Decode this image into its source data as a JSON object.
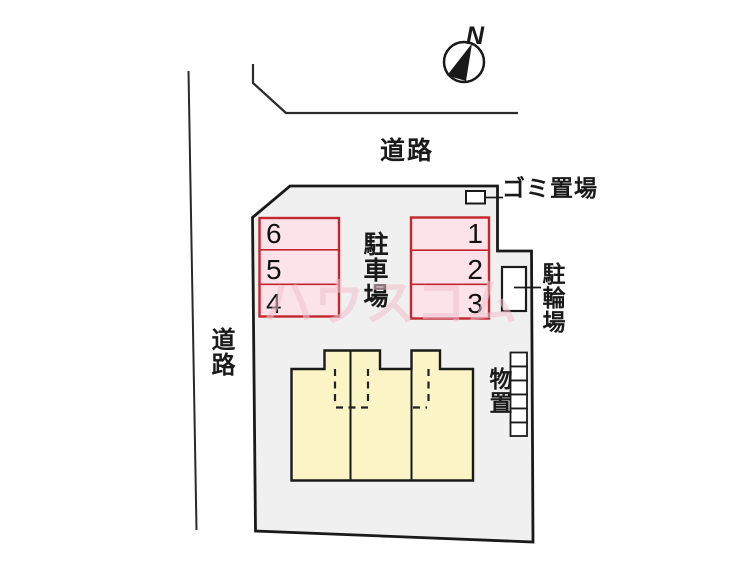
{
  "diagram": {
    "type": "site-plan",
    "compass": {
      "north_label": "N"
    },
    "labels": {
      "road_top": "道路",
      "road_left": "道路",
      "parking_area": "駐車場",
      "garbage_area": "ゴミ置場",
      "bicycle_area": "駐輪場",
      "storage": "物置"
    },
    "parking_spaces": {
      "left_column": [
        "6",
        "5",
        "4"
      ],
      "right_column": [
        "1",
        "2",
        "3"
      ]
    },
    "watermark": {
      "text": "ハウスコム"
    },
    "colors": {
      "plot_fill": "#f0f0f0",
      "parking_fill": "#fce3ea",
      "parking_border": "#c1272d",
      "building_fill": "#faf4c6",
      "outline": "#1a1a1a",
      "watermark_pink": "#f0c2cd"
    }
  }
}
